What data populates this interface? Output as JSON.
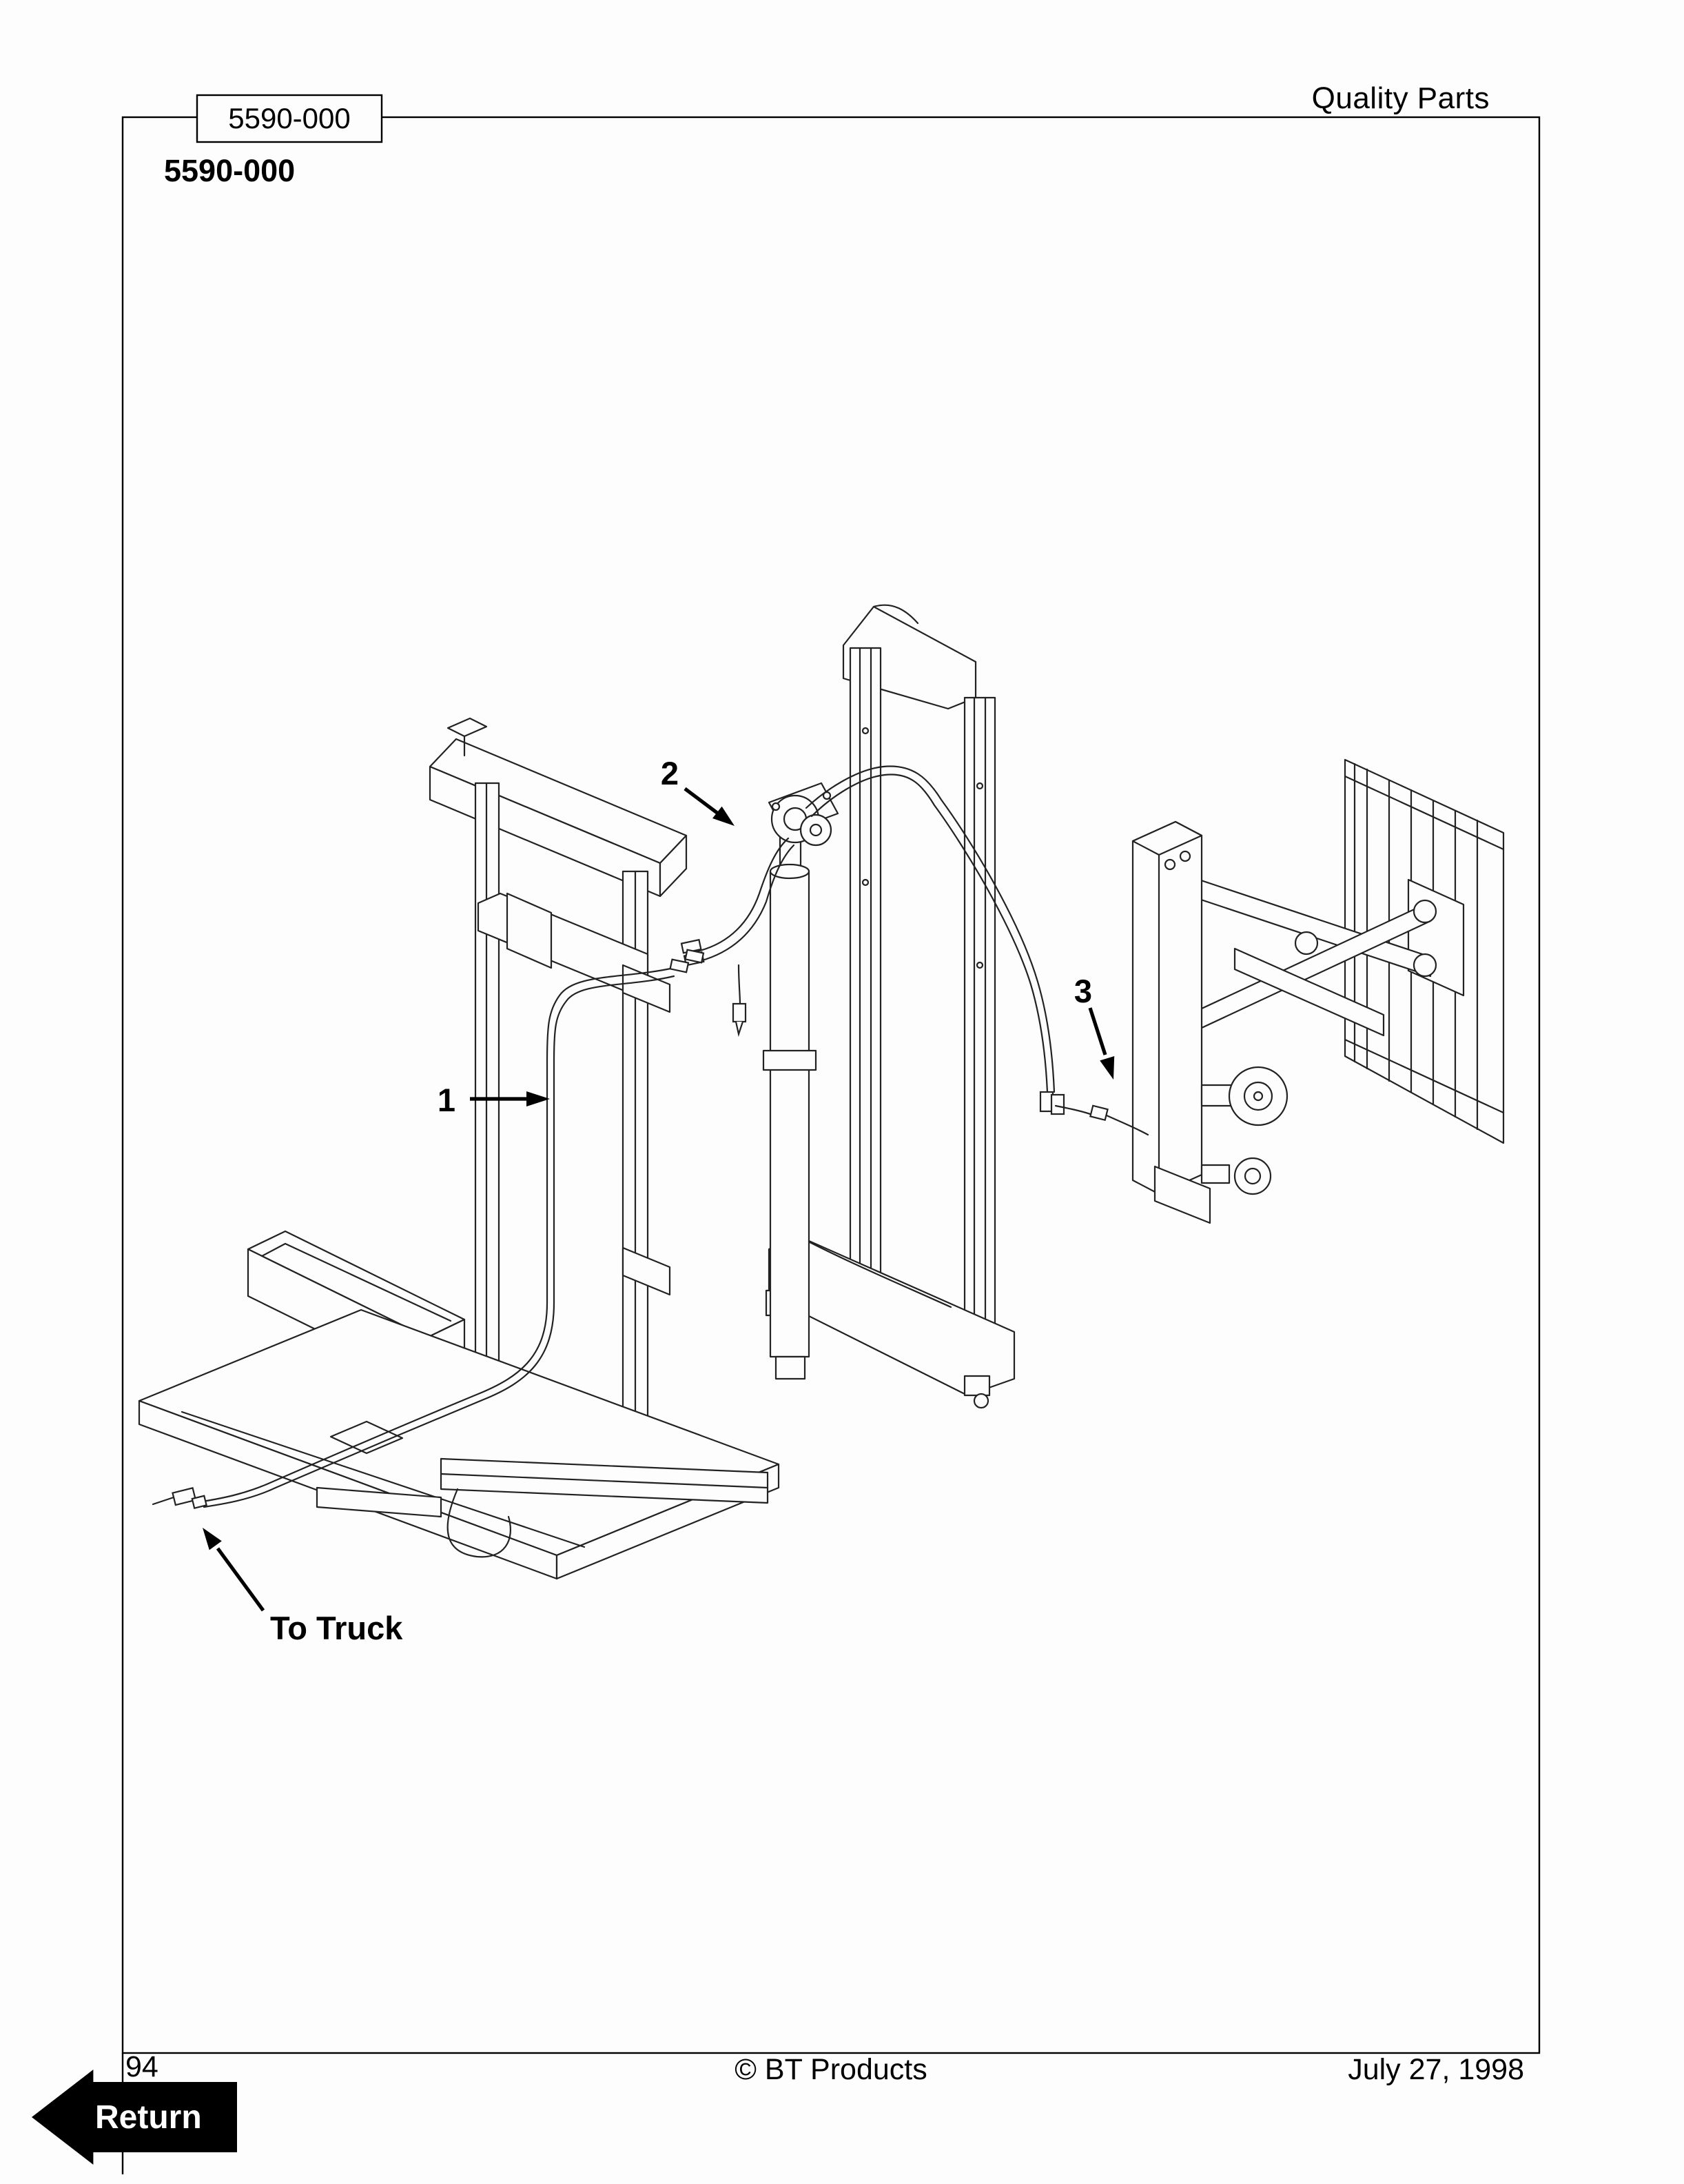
{
  "header": {
    "quality_parts": "Quality Parts",
    "part_number_boxed": "5590-000",
    "part_number_title": "5590-000"
  },
  "diagram": {
    "callouts": [
      {
        "label": "1"
      },
      {
        "label": "2"
      },
      {
        "label": "3"
      }
    ],
    "to_truck_label": "To Truck"
  },
  "footer": {
    "page_number": "94",
    "copyright": "© BT Products",
    "date": "July 27, 1998",
    "return_label": "Return"
  }
}
